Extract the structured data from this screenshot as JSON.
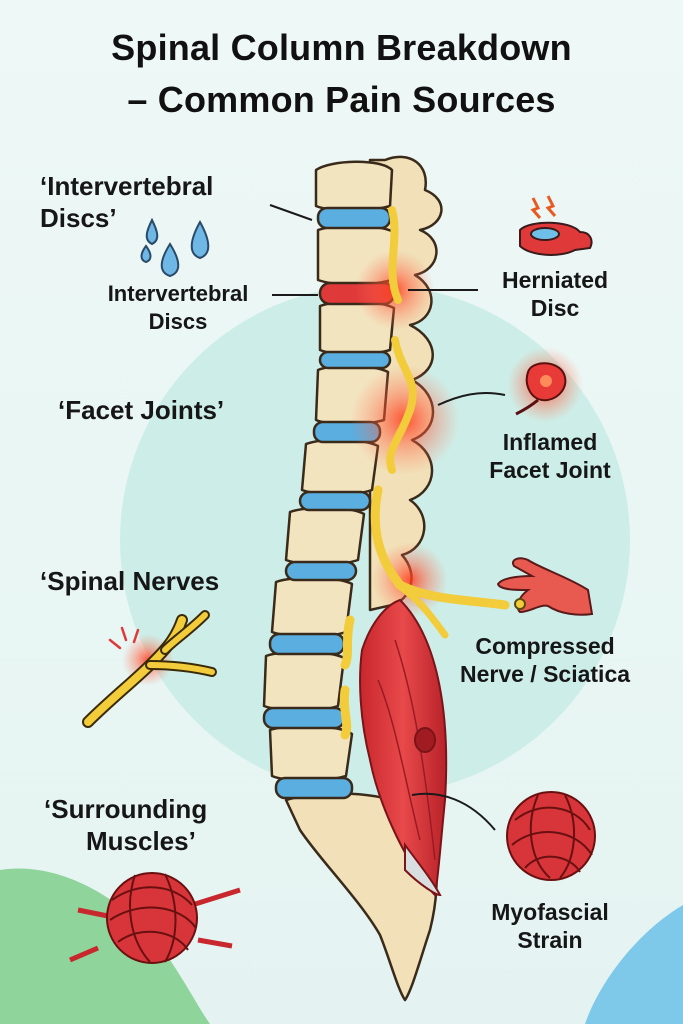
{
  "title": {
    "line1": "Spinal Column Breakdown",
    "line2": "– Common Pain Sources"
  },
  "left": {
    "discs_quote_line1": "‘Intervertebral",
    "discs_quote_line2": "Discs’",
    "discs_label_line1": "Intervertebral",
    "discs_label_line2": "Discs",
    "facet_quote": "‘Facet Joints’",
    "nerves_quote": "‘Spinal Nerves",
    "muscles_quote_line1": "‘Surrounding",
    "muscles_quote_line2": "Muscles’"
  },
  "right": {
    "herniated_line1": "Herniated",
    "herniated_line2": "Disc",
    "facet_line1": "Inflamed",
    "facet_line2": "Facet Joint",
    "nerve_line1": "Compressed",
    "nerve_line2": "Nerve / Sciatica",
    "myo_line1": "Myofascial",
    "myo_line2": "Strain"
  },
  "colors": {
    "bone": "#f3e4c0",
    "disc": "#5aaee0",
    "disc_herniated": "#e0393a",
    "nerve": "#f2cc3a",
    "muscle": "#d8353a",
    "inflammation": "#ff4a2a",
    "background_circle": "#cdeee8"
  },
  "icons": [
    "water-drops-icon",
    "herniated-disc-icon",
    "inflamed-joint-icon",
    "pinching-hand-icon",
    "nerve-branch-icon",
    "yarn-ball-icon",
    "muscle-knot-icon"
  ]
}
